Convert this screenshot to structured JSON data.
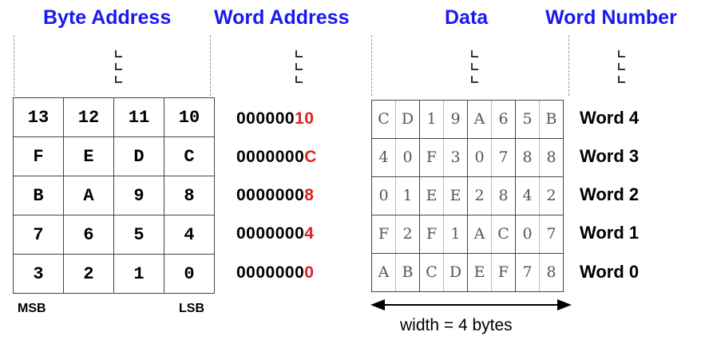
{
  "headers": {
    "byte_address": "Byte Address",
    "word_address": "Word Address",
    "data": "Data",
    "word_number": "Word Number"
  },
  "byte_rows": [
    [
      "13",
      "12",
      "11",
      "10"
    ],
    [
      "F",
      "E",
      "D",
      "C"
    ],
    [
      "B",
      "A",
      "9",
      "8"
    ],
    [
      "7",
      "6",
      "5",
      "4"
    ],
    [
      "3",
      "2",
      "1",
      "0"
    ]
  ],
  "word_addresses": [
    {
      "prefix": "000000",
      "suffix": "10"
    },
    {
      "prefix": "0000000",
      "suffix": "C"
    },
    {
      "prefix": "0000000",
      "suffix": "8"
    },
    {
      "prefix": "0000000",
      "suffix": "4"
    },
    {
      "prefix": "0000000",
      "suffix": "0"
    }
  ],
  "data_rows": [
    [
      "C",
      "D",
      "1",
      "9",
      "A",
      "6",
      "5",
      "B"
    ],
    [
      "4",
      "0",
      "F",
      "3",
      "0",
      "7",
      "8",
      "8"
    ],
    [
      "0",
      "1",
      "E",
      "E",
      "2",
      "8",
      "4",
      "2"
    ],
    [
      "F",
      "2",
      "F",
      "1",
      "A",
      "C",
      "0",
      "7"
    ],
    [
      "A",
      "B",
      "C",
      "D",
      "E",
      "F",
      "7",
      "8"
    ]
  ],
  "word_numbers": [
    "Word 4",
    "Word 3",
    "Word 2",
    "Word 1",
    "Word 0"
  ],
  "labels": {
    "msb": "MSB",
    "lsb": "LSB",
    "width": "width = 4 bytes"
  },
  "colors": {
    "header": "#1a1aee",
    "address_highlight": "#e02020"
  }
}
